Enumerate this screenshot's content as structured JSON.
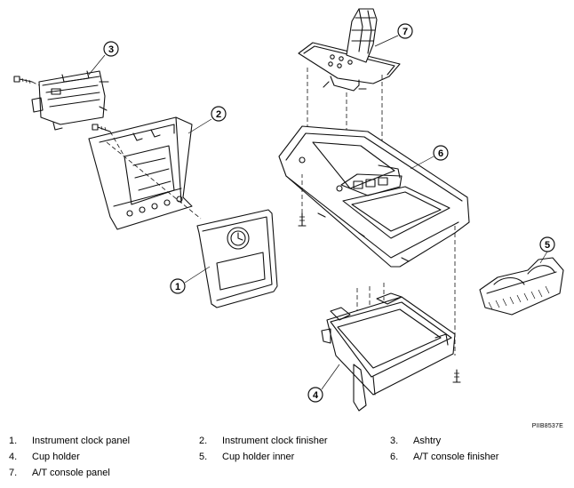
{
  "figure_code": "PIIB8537E",
  "callouts": [
    "1",
    "2",
    "3",
    "4",
    "5",
    "6",
    "7"
  ],
  "legend": [
    {
      "num": "1.",
      "label": "Instrument clock panel"
    },
    {
      "num": "2.",
      "label": "Instrument clock finisher"
    },
    {
      "num": "3.",
      "label": "Ashtry"
    },
    {
      "num": "4.",
      "label": "Cup holder"
    },
    {
      "num": "5.",
      "label": "Cup holder inner"
    },
    {
      "num": "6.",
      "label": "A/T console finisher"
    },
    {
      "num": "7.",
      "label": "A/T console panel"
    }
  ]
}
